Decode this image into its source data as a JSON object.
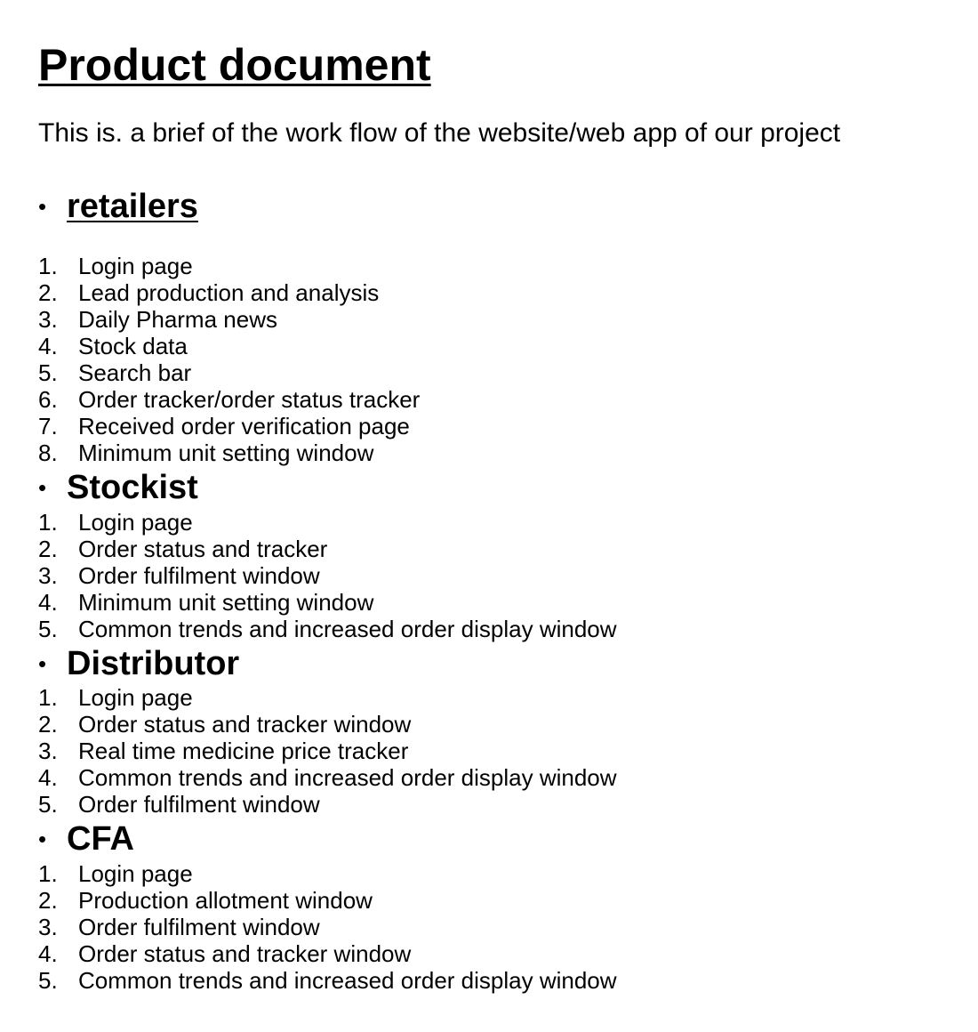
{
  "document": {
    "title": "Product document",
    "intro": "This is. a brief of the work flow of the website/web app of our project",
    "bullet_glyph": "•",
    "sections": [
      {
        "heading": "retailers",
        "items": [
          {
            "number": "1.",
            "text": "Login page"
          },
          {
            "number": "2.",
            "text": "Lead production and analysis"
          },
          {
            "number": "3.",
            "text": "Daily Pharma news"
          },
          {
            "number": "4.",
            "text": "Stock data"
          },
          {
            "number": "5.",
            "text": "Search bar"
          },
          {
            "number": "6.",
            "text": "Order tracker/order status tracker"
          },
          {
            "number": "7.",
            "text": "Received order verification page"
          },
          {
            "number": "8.",
            "text": "Minimum unit setting window"
          }
        ]
      },
      {
        "heading": "Stockist",
        "items": [
          {
            "number": "1.",
            "text": "Login page"
          },
          {
            "number": "2.",
            "text": "Order status and tracker"
          },
          {
            "number": "3.",
            "text": "Order fulfilment window"
          },
          {
            "number": "4.",
            "text": "Minimum unit setting window"
          },
          {
            "number": "5.",
            "text": "Common trends and increased order display window"
          }
        ]
      },
      {
        "heading": "Distributor",
        "items": [
          {
            "number": "1.",
            "text": "Login page"
          },
          {
            "number": "2.",
            "text": "Order status and tracker window"
          },
          {
            "number": "3.",
            "text": "Real time medicine price tracker"
          },
          {
            "number": "4.",
            "text": "Common trends and increased order display window"
          },
          {
            "number": "5.",
            "text": "Order fulfilment window"
          }
        ]
      },
      {
        "heading": "CFA",
        "items": [
          {
            "number": "1.",
            "text": "Login page"
          },
          {
            "number": "2.",
            "text": "Production allotment window"
          },
          {
            "number": "3.",
            "text": "Order fulfilment window"
          },
          {
            "number": "4.",
            "text": "Order status and tracker window"
          },
          {
            "number": "5.",
            "text": "Common trends and increased order display window"
          }
        ]
      }
    ]
  }
}
